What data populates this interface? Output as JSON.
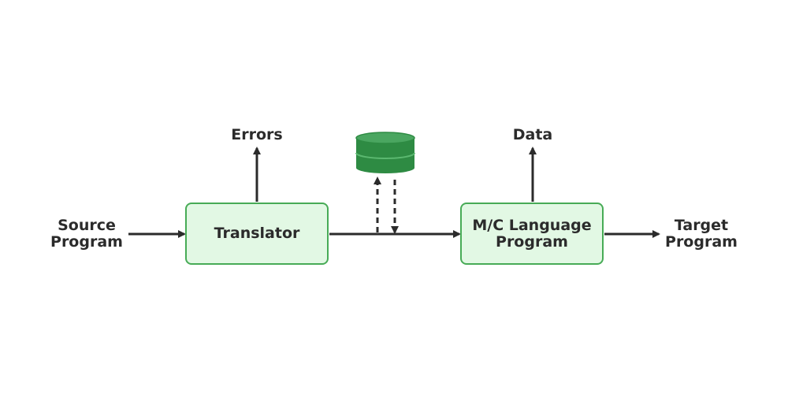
{
  "labels": {
    "source": [
      "Source",
      "Program"
    ],
    "target": [
      "Target",
      "Program"
    ],
    "errors": "Errors",
    "data": "Data"
  },
  "boxes": {
    "translator": [
      "Translator"
    ],
    "mc": [
      "M/C Language",
      "Program"
    ]
  },
  "colors": {
    "box_fill": "#e2f8e4",
    "box_border": "#47ab56",
    "arrow": "#2b2b2b",
    "database": "#2e8b43",
    "database_top": "#4aa660"
  },
  "icons": {
    "database": "database-icon"
  }
}
